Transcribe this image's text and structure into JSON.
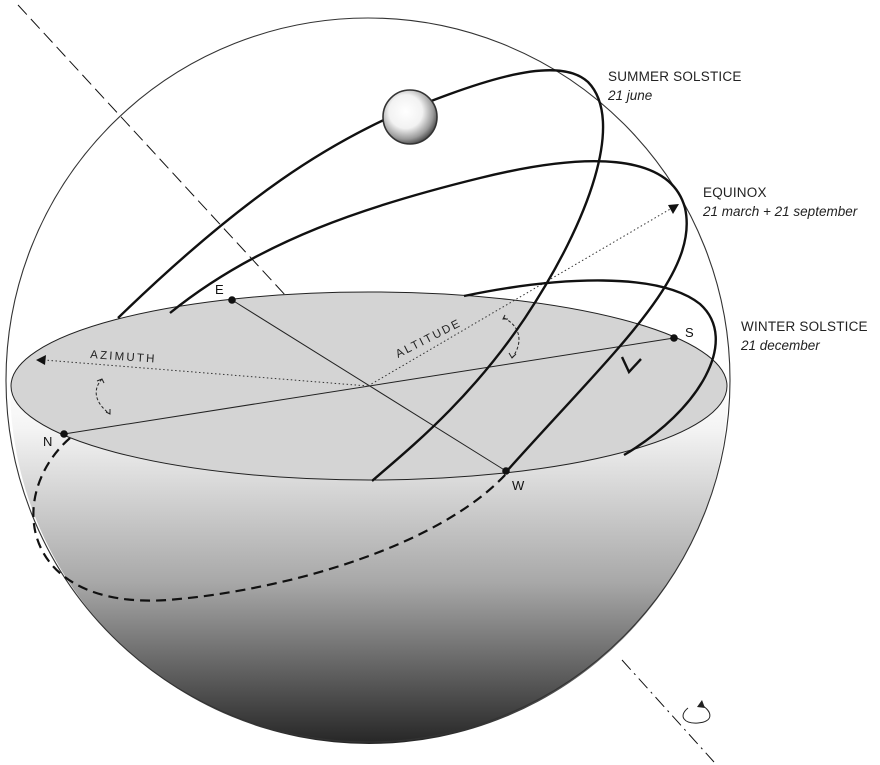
{
  "labels": {
    "summer_title": "SUMMER SOLSTICE",
    "summer_date": "21 june",
    "equinox_title": "EQUINOX",
    "equinox_date": "21 march + 21 september",
    "winter_title": "WINTER SOLSTICE",
    "winter_date": "21 december"
  },
  "cardinal": {
    "north": "N",
    "east": "E",
    "south": "S",
    "west": "W"
  },
  "angles": {
    "azimuth": "AZIMUTH",
    "altitude": "ALTITUDE"
  },
  "colors": {
    "ink": "#111111",
    "horizon_fill": "#d4d4d4",
    "shade_light": "#ffffff",
    "shade_dark": "#262626"
  }
}
